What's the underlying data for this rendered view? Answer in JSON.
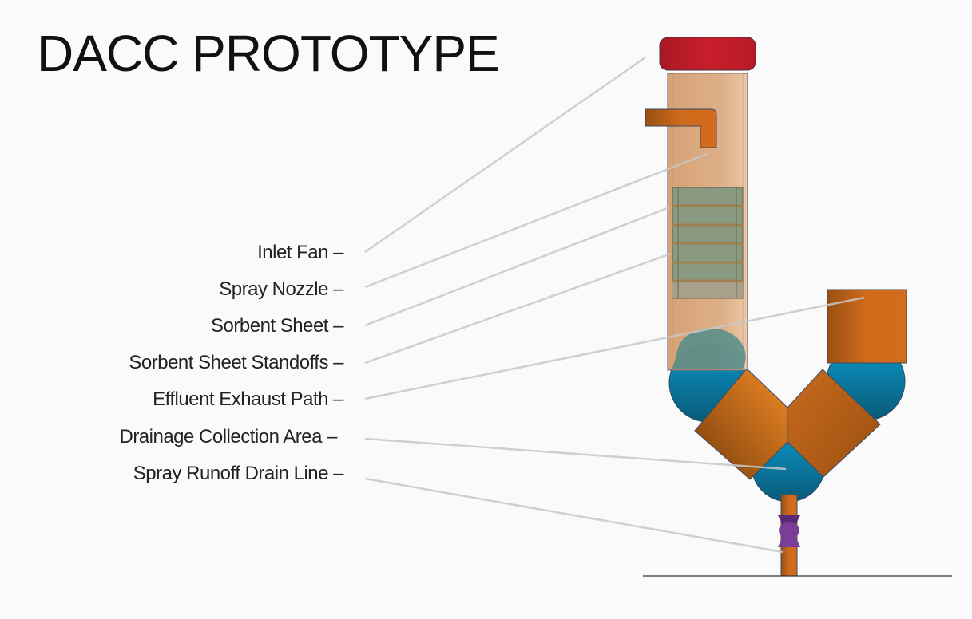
{
  "title": "DACC PROTOTYPE",
  "labels": [
    "Inlet Fan –",
    "Spray Nozzle –",
    "Sorbent Sheet –",
    "Sorbent Sheet Standoffs –",
    "Effluent Exhaust Path –",
    "Drainage Collection Area –",
    "Spray Runoff Drain Line –"
  ],
  "colors": {
    "fan": "#c81e2b",
    "tube": "#d9a070",
    "pipe": "#d36c1c",
    "sphere": "#0a7fa8",
    "valve": "#6a3488",
    "leader": "#cccccc"
  }
}
